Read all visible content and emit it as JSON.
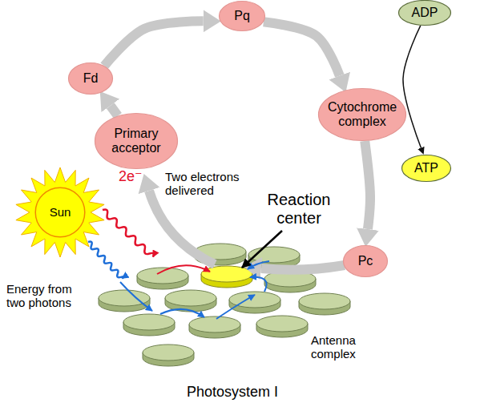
{
  "diagram": {
    "title": "Photosystem I",
    "nodes": [
      {
        "text": [
          "Pq"
        ]
      },
      {
        "text": [
          "ADP"
        ]
      },
      {
        "text": [
          "Fd"
        ]
      },
      {
        "text": [
          "Cytochrome complex"
        ]
      },
      {
        "text": [
          "Primary acceptor"
        ]
      },
      {
        "text": [
          "ATP"
        ]
      },
      {
        "text": [
          "Sun"
        ]
      },
      {
        "text": [
          "Pc"
        ]
      }
    ],
    "edges": [
      {
        "from": 4,
        "to": 2,
        "arrow": "to"
      },
      {
        "from": 2,
        "to": 0,
        "arrow": "to"
      },
      {
        "from": 0,
        "to": 3,
        "arrow": "to"
      },
      {
        "from": 3,
        "to": 7,
        "arrow": "to"
      },
      {
        "from": 1,
        "to": 5,
        "arrow": "to"
      }
    ],
    "labels": [
      "2e⁻",
      "Two electrons delivered",
      "Reaction center",
      "Energy from two photons",
      "Antenna complex"
    ]
  }
}
